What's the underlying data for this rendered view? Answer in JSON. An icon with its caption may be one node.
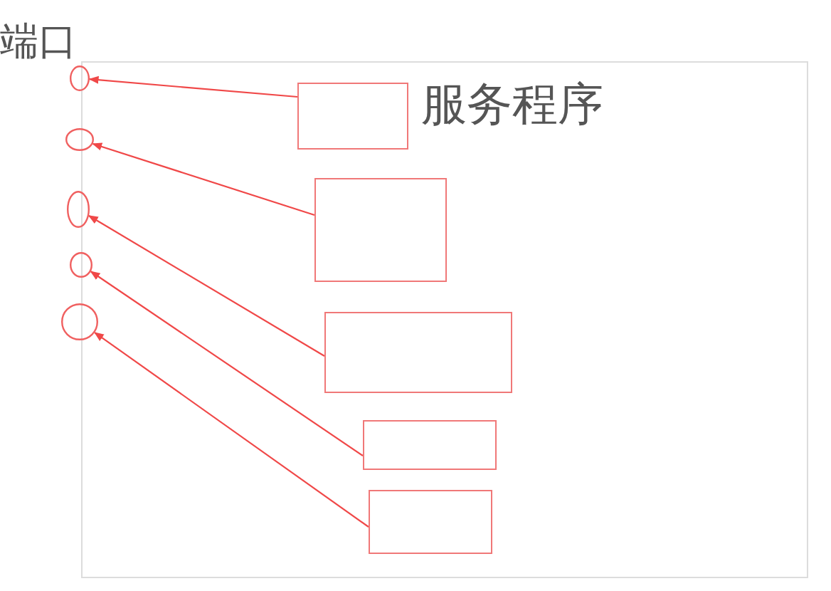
{
  "diagram": {
    "nodes": [
      {
        "text": [],
        "shape": "box"
      },
      {
        "text": [],
        "shape": "circle"
      },
      {
        "text": [],
        "shape": "circle"
      },
      {
        "text": [],
        "shape": "circle"
      },
      {
        "text": [],
        "shape": "circle"
      },
      {
        "text": [],
        "shape": "circle"
      },
      {
        "text": [],
        "shape": "box",
        "in": 0
      },
      {
        "text": [],
        "shape": "box",
        "in": 0
      },
      {
        "text": [],
        "shape": "box",
        "in": 0
      },
      {
        "text": [],
        "shape": "box",
        "in": 0
      },
      {
        "text": [],
        "shape": "box",
        "in": 0
      }
    ],
    "edges": [
      {
        "from": 6,
        "to": 1,
        "arrow": "to"
      },
      {
        "from": 7,
        "to": 2,
        "arrow": "to"
      },
      {
        "from": 8,
        "to": 3,
        "arrow": "to"
      },
      {
        "from": 9,
        "to": 4,
        "arrow": "to"
      },
      {
        "from": 10,
        "to": 5,
        "arrow": "to"
      }
    ],
    "labels": [
      "端口",
      "服务程序"
    ]
  }
}
